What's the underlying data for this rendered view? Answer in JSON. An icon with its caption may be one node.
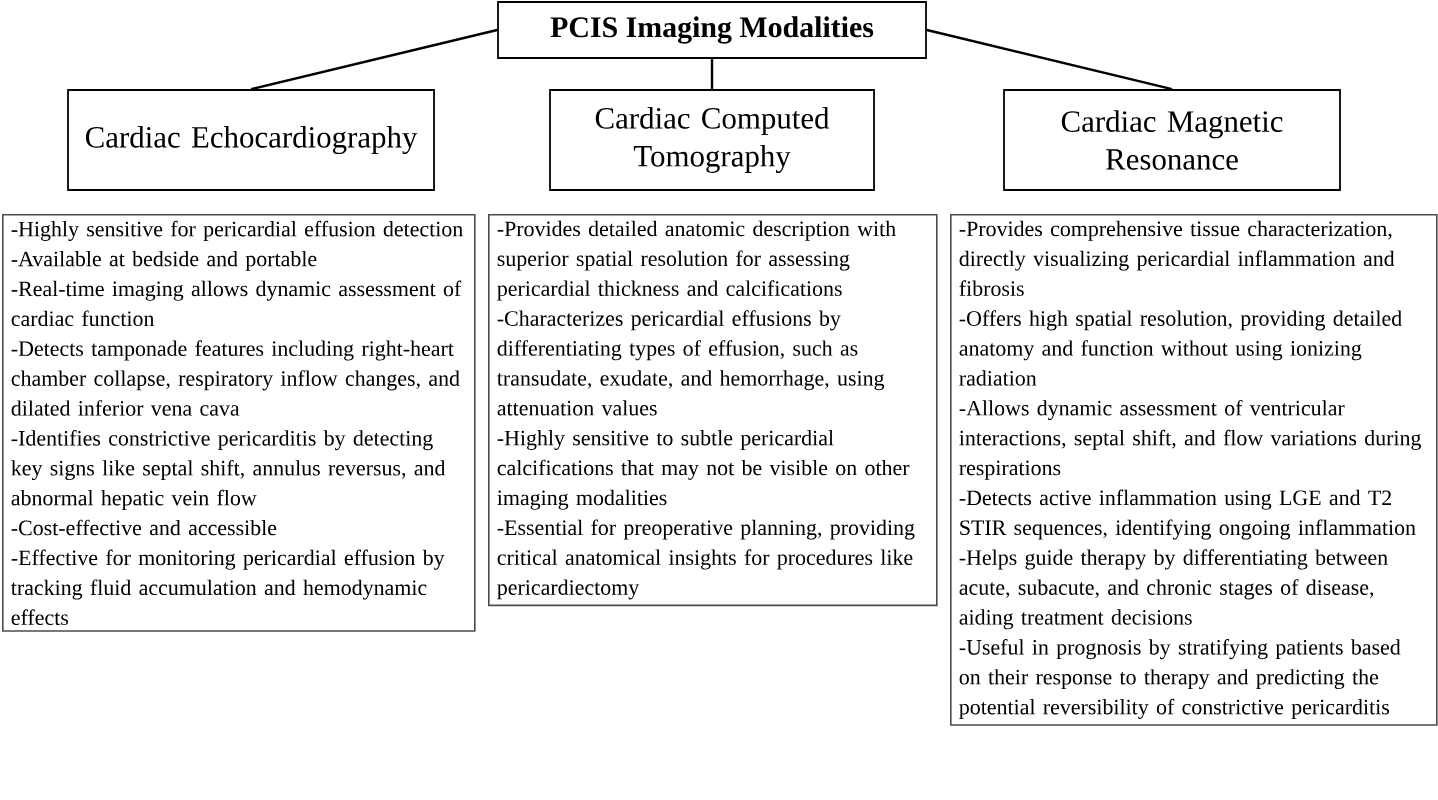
{
  "diagram": {
    "nodes": [
      {
        "text": [
          "PCIS Imaging Modalities"
        ]
      },
      {
        "text": [
          "Cardiac Echocardiography"
        ]
      },
      {
        "text": [
          "Cardiac Computed Tomography"
        ]
      },
      {
        "text": [
          "Cardiac Magnetic Resonance"
        ]
      },
      {
        "text": [
          "-Highly sensitive for pericardial effusion detection",
          "-Available at bedside and portable",
          "-Real-time imaging allows dynamic assessment of cardiac function",
          "-Detects tamponade features including right-heart chamber collapse, respiratory inflow changes, and dilated inferior vena cava",
          "-Identifies constrictive pericarditis by detecting key signs like septal shift, annulus reversus, and abnormal hepatic vein flow",
          "-Cost-effective and accessible",
          "-Effective for monitoring pericardial effusion by tracking fluid accumulation and hemodynamic effects"
        ]
      },
      {
        "text": [
          "-Provides detailed anatomic description with superior spatial resolution for assessing pericardial thickness and calcifications",
          "-Characterizes pericardial effusions by differentiating types of effusion, such as transudate, exudate, and hemorrhage, using attenuation values",
          "-Highly sensitive to subtle pericardial calcifications that may not be visible on other imaging modalities",
          "-Essential for preoperative planning, providing critical anatomical insights for procedures like pericardiectomy"
        ]
      },
      {
        "text": [
          "-Provides comprehensive tissue characterization, directly visualizing pericardial inflammation and fibrosis",
          "-Offers high spatial resolution, providing detailed anatomy and function without using ionizing radiation",
          "-Allows dynamic assessment of ventricular interactions, septal shift, and flow variations during respirations",
          "-Detects active inflammation using LGE and T2 STIR sequences, identifying ongoing inflammation",
          "-Helps guide therapy by differentiating between acute, subacute, and chronic stages of disease, aiding treatment decisions",
          "-Useful in prognosis by stratifying patients based on their response to therapy and predicting the potential reversibility of constrictive pericarditis"
        ]
      }
    ],
    "edges": [
      {
        "from": 0,
        "to": 1,
        "arrow": "none"
      },
      {
        "from": 0,
        "to": 2,
        "arrow": "none"
      },
      {
        "from": 0,
        "to": 3,
        "arrow": "none"
      }
    ]
  }
}
